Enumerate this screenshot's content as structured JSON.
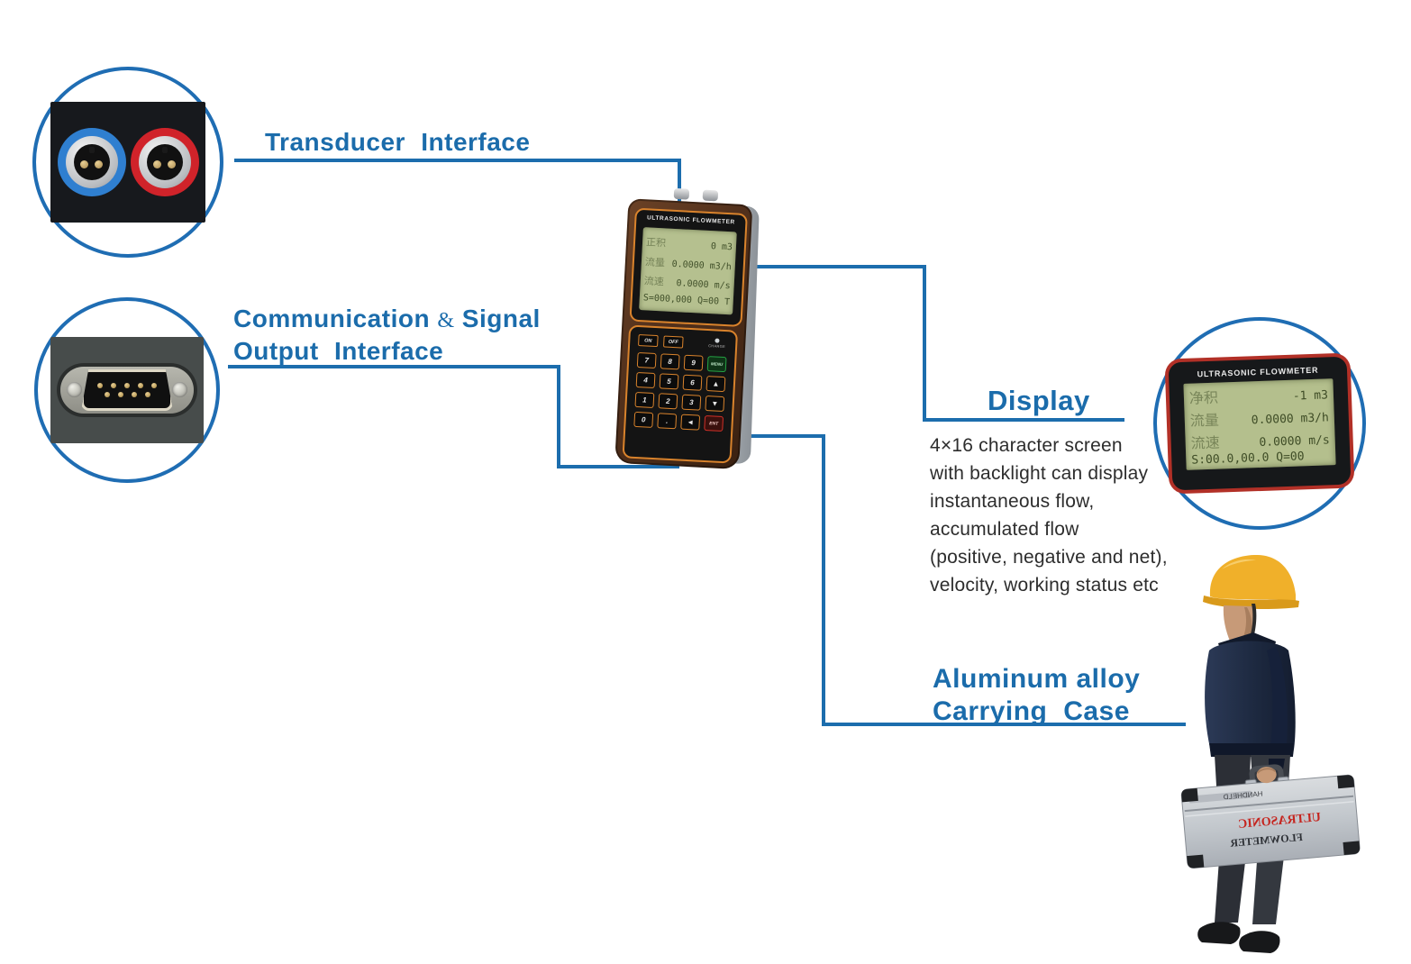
{
  "colors": {
    "accent_blue": "#1c6dad",
    "lcd_green": "#b5c08f",
    "device_brown": "#53311c",
    "trim_orange": "#d9832c",
    "helmet_yellow": "#f0b02a",
    "connector_blue": "#2f7fd0",
    "connector_red": "#d0232a",
    "case_red_text": "#c5251f"
  },
  "callouts": {
    "transducer": {
      "label": "Transducer Interface"
    },
    "communication": {
      "part1": "Communication",
      "amp": "&",
      "part2": "Signal",
      "line2": "Output Interface"
    },
    "display": {
      "label": "Display",
      "description_lines": [
        "4×16 character  screen",
        "with backlight can  display",
        "instantaneous flow,",
        "accumulated flow",
        "(positive, negative and net),",
        "velocity, working status etc"
      ]
    },
    "carrying_case": {
      "line1": "Aluminum alloy",
      "line2": "Carrying Case"
    }
  },
  "device": {
    "brand": "ULTRASONIC FLOWMETER",
    "lcd_rows": [
      {
        "label": "正积",
        "value": "0 m3"
      },
      {
        "label": "流量",
        "value": "0.0000 m3/h"
      },
      {
        "label": "流速",
        "value": "0.0000 m/s"
      },
      {
        "label": "",
        "value": "S=000,000 Q=00 T"
      }
    ],
    "keypad": {
      "power_on": "ON",
      "power_off": "OFF",
      "charge_label": "CHARGE",
      "keys": [
        [
          "7",
          "8",
          "9",
          "MENU"
        ],
        [
          "4",
          "5",
          "6",
          "▲"
        ],
        [
          "1",
          "2",
          "3",
          "▼"
        ],
        [
          "0",
          ".",
          "◄",
          "ENT"
        ]
      ]
    }
  },
  "display_closeup": {
    "brand": "ULTRASONIC FLOWMETER",
    "lcd_rows": [
      {
        "label": "净积",
        "value": "-1 m3"
      },
      {
        "label": "流量",
        "value": "0.0000 m3/h"
      },
      {
        "label": "流速",
        "value": "0.0000 m/s"
      },
      {
        "label": "",
        "value": "S:00.0,00.0 Q=00"
      }
    ]
  },
  "carrying_case_photo": {
    "text_model": "HANDHELD",
    "text_brand_red": "ULTRASONIC",
    "text_brand_dark": "FLOWMETER"
  }
}
